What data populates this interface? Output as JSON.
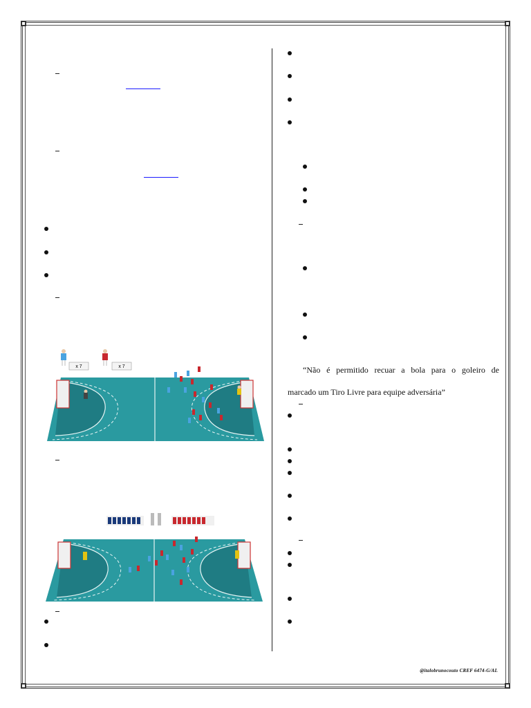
{
  "document": {
    "quote": {
      "line1": "“Não é permitido recuar a bola para o goleiro de",
      "line2": "marcado um Tiro Livre para equipe adversária”"
    },
    "credit": "@italobrunocouto CREF 6474-G/AL",
    "diagram1": {
      "sign_left": "x 7",
      "sign_right": "x 7"
    }
  }
}
